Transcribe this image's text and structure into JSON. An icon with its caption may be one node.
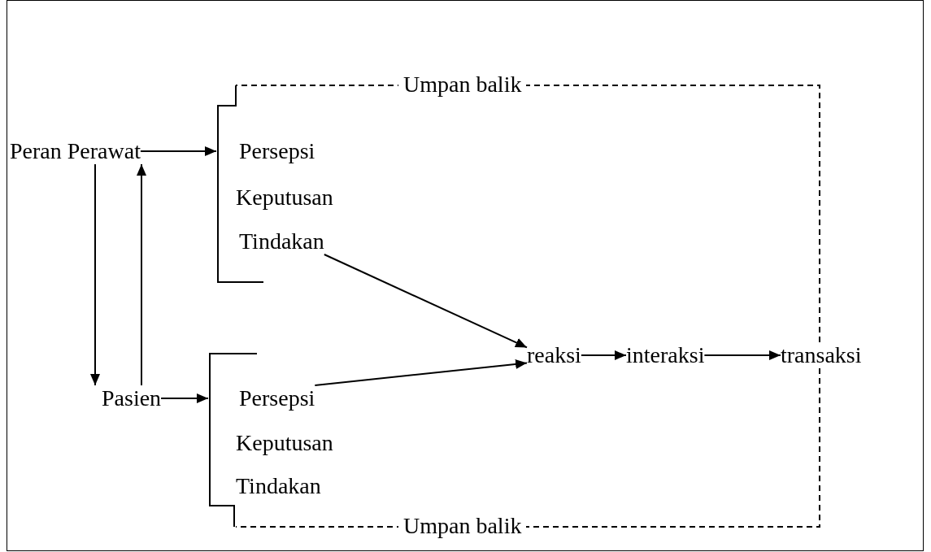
{
  "diagram": {
    "nodes": [
      {
        "text": [
          "Peran Perawat"
        ]
      },
      {
        "text": [],
        "shape": "bracket"
      },
      {
        "text": [
          "Persepsi"
        ],
        "in": 1
      },
      {
        "text": [
          "Keputusan"
        ],
        "in": 1
      },
      {
        "text": [
          "Tindakan"
        ],
        "in": 1
      },
      {
        "text": [
          "Pasien"
        ]
      },
      {
        "text": [],
        "shape": "bracket"
      },
      {
        "text": [
          "Persepsi"
        ],
        "in": 6
      },
      {
        "text": [
          "Keputusan"
        ],
        "in": 6
      },
      {
        "text": [
          "Tindakan"
        ],
        "in": 6
      },
      {
        "text": [
          "reaksi"
        ]
      },
      {
        "text": [
          "interaksi"
        ]
      },
      {
        "text": [
          "transaksi"
        ]
      }
    ],
    "edges": [
      {
        "from": 0,
        "to": 1,
        "arrow": "to"
      },
      {
        "from": 0,
        "to": 5,
        "arrow": "to"
      },
      {
        "from": 5,
        "to": 0,
        "arrow": "to"
      },
      {
        "from": 5,
        "to": 6,
        "arrow": "to"
      },
      {
        "from": 4,
        "to": 10,
        "arrow": "to"
      },
      {
        "from": 7,
        "to": 10,
        "arrow": "to"
      },
      {
        "from": 10,
        "to": 11,
        "arrow": "to"
      },
      {
        "from": 11,
        "to": 12,
        "arrow": "to"
      },
      {
        "from": 12,
        "to": 1,
        "arrow": "none",
        "style": "dashed",
        "label": "Umpan balik"
      },
      {
        "from": 12,
        "to": 6,
        "arrow": "none",
        "style": "dashed",
        "label": "Umpan balik"
      }
    ]
  }
}
